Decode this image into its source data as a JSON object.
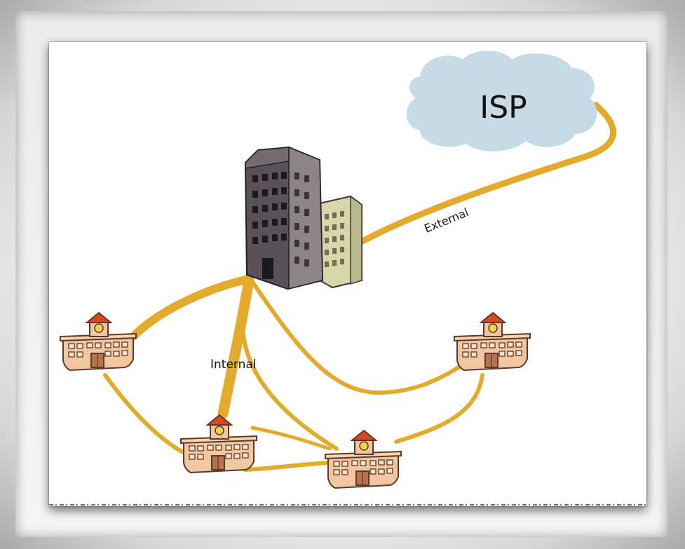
{
  "diagram": {
    "isp_label": "ISP",
    "external_label": "External",
    "internal_label": "Internal"
  },
  "colors": {
    "link": "#e3aa2c",
    "cloud": "#c6dbe6",
    "tower_dark": "#5a5258",
    "tower_light": "#d8d6a8",
    "school_wall": "#f2c6a0",
    "school_roof": "#d9491f"
  },
  "nodes": [
    {
      "id": "isp",
      "type": "cloud-icon"
    },
    {
      "id": "hq",
      "type": "office-building-icon"
    },
    {
      "id": "school-1",
      "type": "school-building-icon"
    },
    {
      "id": "school-2",
      "type": "school-building-icon"
    },
    {
      "id": "school-3",
      "type": "school-building-icon"
    },
    {
      "id": "school-4",
      "type": "school-building-icon"
    }
  ]
}
